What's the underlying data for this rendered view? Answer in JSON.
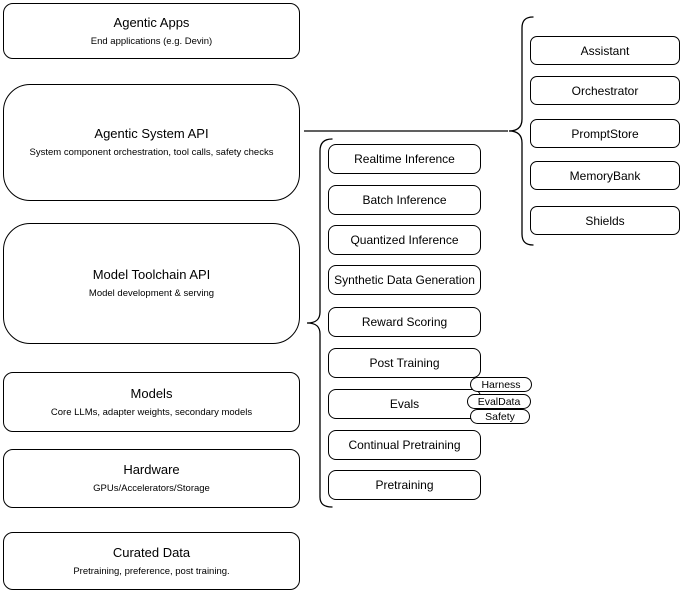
{
  "diagram": {
    "background_color": "#ffffff",
    "stroke_color": "#000000",
    "text_color": "#000000"
  },
  "layers": {
    "items": [
      {
        "title": "Agentic Apps",
        "subtitle": "End applications (e.g. Devin)"
      },
      {
        "title": "Agentic System API",
        "subtitle": "System component orchestration, tool calls, safety checks"
      },
      {
        "title": "Model Toolchain API",
        "subtitle": "Model development & serving"
      },
      {
        "title": "Models",
        "subtitle": "Core LLMs, adapter weights, secondary models"
      },
      {
        "title": "Hardware",
        "subtitle": "GPUs/Accelerators/Storage"
      },
      {
        "title": "Curated Data",
        "subtitle": "Pretraining, preference, post training."
      }
    ]
  },
  "toolchain_services": {
    "items": [
      {
        "label": "Realtime Inference"
      },
      {
        "label": "Batch Inference"
      },
      {
        "label": "Quantized Inference"
      },
      {
        "label": "Synthetic Data Generation"
      },
      {
        "label": "Reward Scoring"
      },
      {
        "label": "Post Training"
      },
      {
        "label": "Evals"
      },
      {
        "label": "Continual Pretraining"
      },
      {
        "label": "Pretraining"
      }
    ]
  },
  "eval_tags": {
    "items": [
      {
        "label": "Harness"
      },
      {
        "label": "EvalData"
      },
      {
        "label": "Safety"
      }
    ]
  },
  "agentic_services": {
    "items": [
      {
        "label": "Assistant"
      },
      {
        "label": "Orchestrator"
      },
      {
        "label": "PromptStore"
      },
      {
        "label": "MemoryBank"
      },
      {
        "label": "Shields"
      }
    ]
  }
}
